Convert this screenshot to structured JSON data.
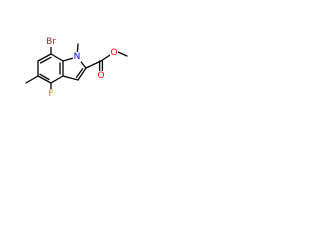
{
  "molecule": {
    "atoms": {
      "br": "Br",
      "n": "N",
      "f": "F",
      "o_carbonyl": "O",
      "o_ester": "O"
    },
    "colors": {
      "bond": "#000000",
      "br": "#a52a2a",
      "n": "#0000ff",
      "f": "#b8860b",
      "o": "#ff0000"
    }
  }
}
